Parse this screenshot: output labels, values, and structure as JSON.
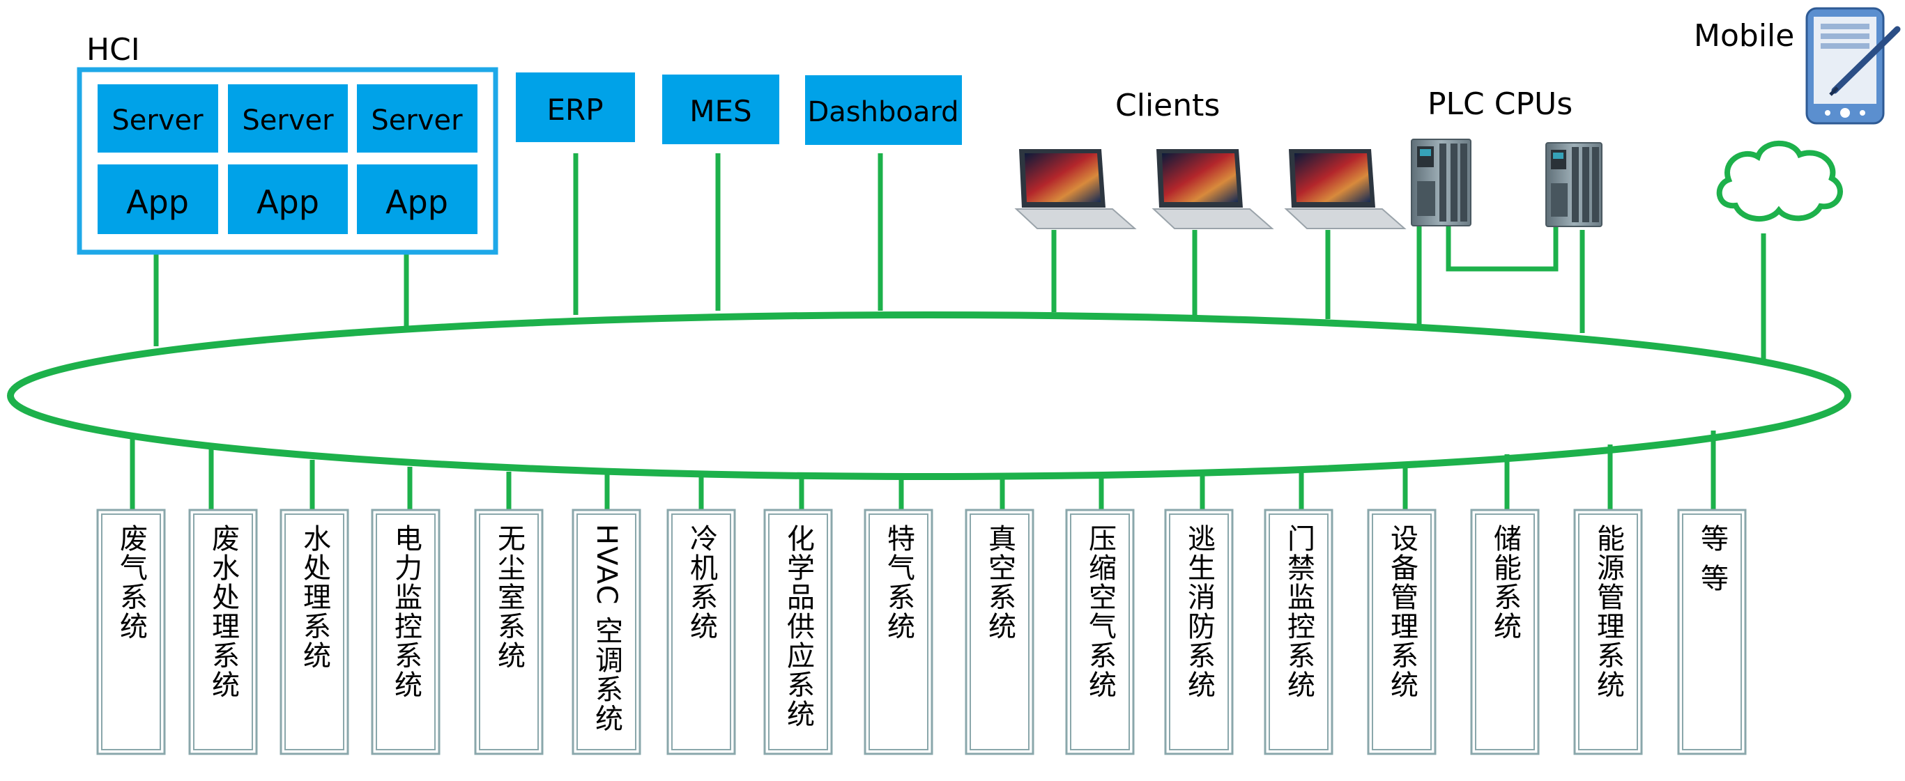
{
  "hci": {
    "title": "HCI",
    "cells": [
      {
        "label": "Server"
      },
      {
        "label": "Server"
      },
      {
        "label": "Server"
      },
      {
        "label": "App"
      },
      {
        "label": "App"
      },
      {
        "label": "App"
      }
    ]
  },
  "apps": [
    {
      "label": "ERP"
    },
    {
      "label": "MES"
    },
    {
      "label": "Dashboard"
    }
  ],
  "clients": {
    "label": "Clients",
    "count": 3
  },
  "plc": {
    "label": "PLC CPUs",
    "count": 2
  },
  "mobile": {
    "label": "Mobile"
  },
  "subsystems": [
    {
      "label": "废气系统"
    },
    {
      "label": "废水处理系统"
    },
    {
      "label": "水处理系统"
    },
    {
      "label": "电力监控系统"
    },
    {
      "label": "无尘室系统"
    },
    {
      "label": "HVAC 空调系统"
    },
    {
      "label": "冷机系统"
    },
    {
      "label": "化学品供应系统"
    },
    {
      "label": "特气系统"
    },
    {
      "label": "真空系统"
    },
    {
      "label": "压缩空气系统"
    },
    {
      "label": "逃生消防系统"
    },
    {
      "label": "门禁监控系统"
    },
    {
      "label": "设备管理系统"
    },
    {
      "label": "储能系统"
    },
    {
      "label": "能源管理系统"
    },
    {
      "label": "等 等"
    }
  ],
  "colors": {
    "network_green": "#1db14b",
    "box_blue": "#00a2e8",
    "hci_border": "#1ea8e8",
    "subsystem_border": "#8aa7ab"
  }
}
